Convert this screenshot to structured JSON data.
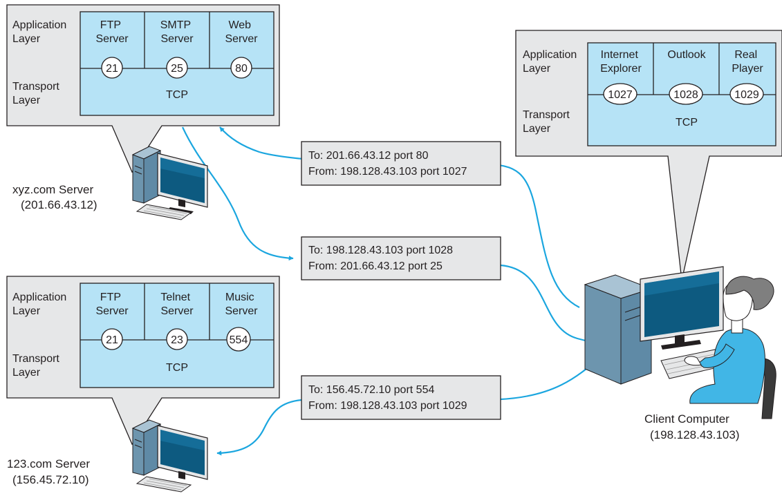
{
  "colors": {
    "callout_fill": "#e6e7e8",
    "stack_fill": "#b6e3f6",
    "stroke": "#231f20",
    "arrow": "#1ba6df",
    "message_fill": "#e6e7e8",
    "monitor_screen": "#0d5a80",
    "tower": "#5f8aa6",
    "person_shirt": "#41b6e6",
    "hair": "#7f7f7f"
  },
  "labels": {
    "application_layer": [
      "Application",
      "Layer"
    ],
    "transport_layer": [
      "Transport",
      "Layer"
    ],
    "tcp": "TCP"
  },
  "servers": [
    {
      "id": "xyz",
      "name": "xyz.com Server",
      "ip": "(201.66.43.12)",
      "apps": [
        {
          "lines": [
            "FTP",
            "Server"
          ],
          "port": "21"
        },
        {
          "lines": [
            "SMTP",
            "Server"
          ],
          "port": "25"
        },
        {
          "lines": [
            "Web",
            "Server"
          ],
          "port": "80"
        }
      ]
    },
    {
      "id": "123",
      "name": "123.com Server",
      "ip": "(156.45.72.10)",
      "apps": [
        {
          "lines": [
            "FTP",
            "Server"
          ],
          "port": "21"
        },
        {
          "lines": [
            "Telnet",
            "Server"
          ],
          "port": "23"
        },
        {
          "lines": [
            "Music",
            "Server"
          ],
          "port": "554"
        }
      ]
    }
  ],
  "client": {
    "name": "Client Computer",
    "ip": "(198.128.43.103)",
    "apps": [
      {
        "lines": [
          "Internet",
          "Explorer"
        ],
        "port": "1027"
      },
      {
        "lines": [
          "Outlook"
        ],
        "port": "1028"
      },
      {
        "lines": [
          "Real",
          "Player"
        ],
        "port": "1029"
      }
    ]
  },
  "messages": [
    {
      "to": "To: 201.66.43.12 port 80",
      "from": "From: 198.128.43.103 port 1027"
    },
    {
      "to": "To: 198.128.43.103 port 1028",
      "from": "From: 201.66.43.12 port 25"
    },
    {
      "to": "To: 156.45.72.10 port 554",
      "from": "From: 198.128.43.103 port 1029"
    }
  ]
}
